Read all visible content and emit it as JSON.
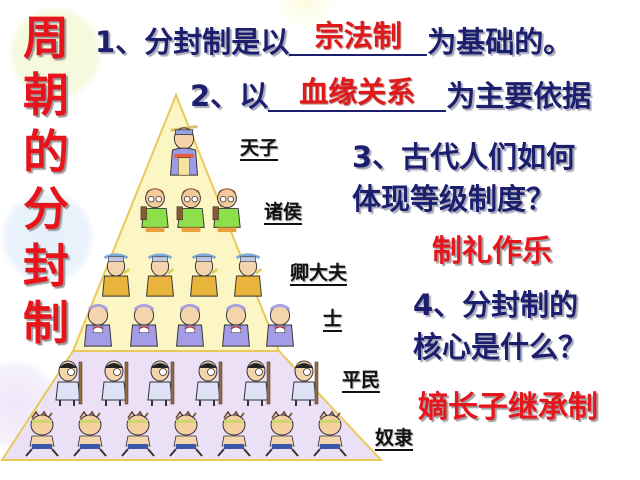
{
  "slide": {
    "title_vertical": [
      "周",
      "朝",
      "的",
      "分",
      "封",
      "制"
    ],
    "questions": [
      {
        "number": "1、",
        "prefix": "分封制是以",
        "answer": "宗法制",
        "suffix": "为基础的。"
      },
      {
        "number": "2、",
        "prefix": "以",
        "answer": "血缘关系",
        "suffix": "为主要依据"
      },
      {
        "number": "3、",
        "line1": "3、古代人们如何",
        "line2": "体现等级制度？",
        "answer": "制礼作乐"
      },
      {
        "number": "4、",
        "line1": "4、分封制的",
        "line2": "核心是什么？",
        "answer": "嫡长子继承制"
      }
    ],
    "pyramid": {
      "ranks": [
        {
          "label": "天子",
          "figure": "emperor-figure",
          "count": 1
        },
        {
          "label": "诸侯",
          "figure": "feudal-lord-figure",
          "count": 3
        },
        {
          "label": "卿大夫",
          "figure": "minister-figure",
          "count": 4
        },
        {
          "label": "士",
          "figure": "scholar-figure",
          "count": 5
        },
        {
          "label": "平民",
          "figure": "commoner-figure",
          "count": 6
        },
        {
          "label": "奴隶",
          "figure": "slave-figure",
          "count": 7
        }
      ],
      "colors": {
        "upper_fill": "#fbf6c4",
        "lower_fill": "#ece0f6",
        "outline": "#e8c95a"
      }
    },
    "colors": {
      "title_red": "#e8141b",
      "question_navy": "#1b1f6e",
      "answer_red": "#e6161c"
    }
  }
}
